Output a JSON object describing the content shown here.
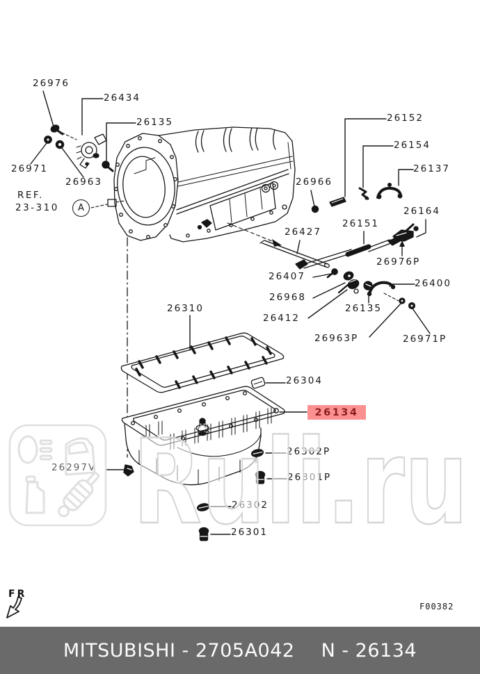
{
  "labels": [
    {
      "id": "26976",
      "text": "26976"
    },
    {
      "id": "26434",
      "text": "26434"
    },
    {
      "id": "26135-top",
      "text": "26135"
    },
    {
      "id": "26971",
      "text": "26971"
    },
    {
      "id": "26963",
      "text": "26963"
    },
    {
      "id": "26152",
      "text": "26152"
    },
    {
      "id": "26154",
      "text": "26154"
    },
    {
      "id": "26137",
      "text": "26137"
    },
    {
      "id": "26966",
      "text": "26966"
    },
    {
      "id": "26164",
      "text": "26164"
    },
    {
      "id": "26151",
      "text": "26151"
    },
    {
      "id": "26427",
      "text": "26427"
    },
    {
      "id": "26976P",
      "text": "26976P"
    },
    {
      "id": "26407",
      "text": "26407"
    },
    {
      "id": "26400",
      "text": "26400"
    },
    {
      "id": "26968",
      "text": "26968"
    },
    {
      "id": "26135-mid",
      "text": "26135"
    },
    {
      "id": "26412",
      "text": "26412"
    },
    {
      "id": "26963P",
      "text": "26963P"
    },
    {
      "id": "26971P",
      "text": "26971P"
    },
    {
      "id": "26310",
      "text": "26310"
    },
    {
      "id": "26304",
      "text": "26304"
    },
    {
      "id": "26297V",
      "text": "26297V"
    },
    {
      "id": "26302P",
      "text": "26302P"
    },
    {
      "id": "26301P",
      "text": "26301P"
    },
    {
      "id": "26302",
      "text": "26302"
    },
    {
      "id": "26301",
      "text": "26301"
    }
  ],
  "ref_note": {
    "line1": "REF.",
    "line2": "23-310",
    "marker": "A"
  },
  "highlight": {
    "text": "26134",
    "bg_color": "#fa9090",
    "text_color": "#8c1c1c"
  },
  "orientation": {
    "text": "FR"
  },
  "figure_code": {
    "text": "F00382"
  },
  "watermark": {
    "text": "Ruli.ru",
    "stroke_color": "#d5d5d5",
    "logo_icons": [
      "headlight-icon",
      "car-door-icon",
      "oil-can-icon",
      "shock-absorber-icon"
    ]
  },
  "footer": {
    "left": "MITSUBISHI - 2705A042",
    "right": "N - 26134",
    "bg_color": "#6a6a6a"
  },
  "colors": {
    "line": "#161616",
    "background": "#ffffff"
  }
}
